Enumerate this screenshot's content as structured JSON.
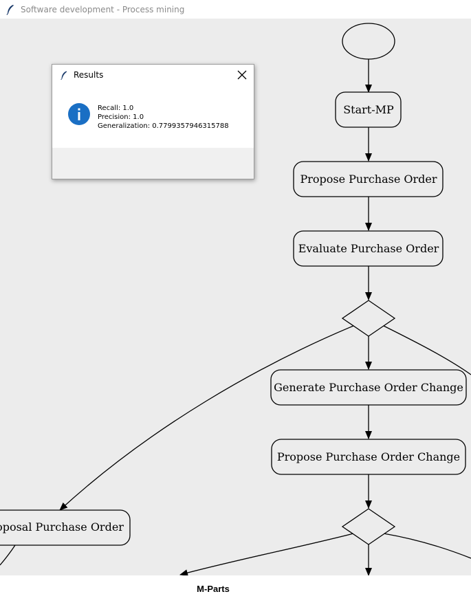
{
  "window": {
    "title": "Software development - Process mining",
    "footer_label": "M-Parts"
  },
  "dialog": {
    "title": "Results",
    "icon": "info-icon",
    "lines": [
      "Recall: 1.0",
      "Precision: 1.0",
      "Generalization: 0.7799357946315788"
    ]
  },
  "process_map": {
    "nodes": [
      {
        "id": "start",
        "type": "start-ellipse",
        "label": ""
      },
      {
        "id": "start-mp",
        "type": "activity",
        "label": "Start-MP"
      },
      {
        "id": "propose-po",
        "type": "activity",
        "label": "Propose Purchase Order"
      },
      {
        "id": "evaluate-po",
        "type": "activity",
        "label": "Evaluate Purchase Order"
      },
      {
        "id": "gateway-1",
        "type": "gateway",
        "label": ""
      },
      {
        "id": "generate-poc",
        "type": "activity",
        "label": "Generate Purchase Order Change"
      },
      {
        "id": "propose-poc",
        "type": "activity",
        "label": "Propose Purchase Order Change"
      },
      {
        "id": "gateway-2",
        "type": "gateway",
        "label": ""
      },
      {
        "id": "proposal-po",
        "type": "activity",
        "label": "oposal Purchase Order"
      }
    ]
  },
  "colors": {
    "canvas_bg": "#ececec",
    "node_fill": "#ececec",
    "stroke": "#000000",
    "info_blue": "#1a6fc4",
    "titlebar_text": "#8a8a8a"
  }
}
